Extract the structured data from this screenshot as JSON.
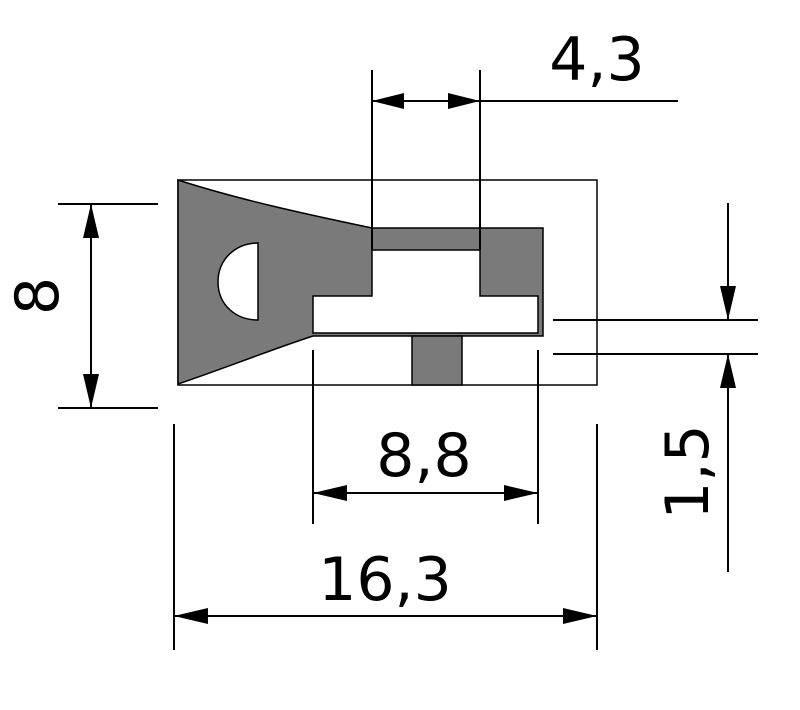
{
  "dimensions": {
    "top_slot_width": "4,3",
    "height": "8",
    "inner_width": "8,8",
    "thickness": "1,5",
    "total_width": "16,3"
  },
  "colors": {
    "profile_fill": "#7a7a7a",
    "line": "#000000",
    "background": "#ffffff"
  }
}
